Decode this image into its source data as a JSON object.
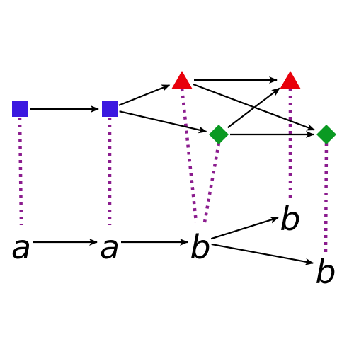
{
  "colors": {
    "square": "#3b18e0",
    "triangle": "#e8000b",
    "diamond": "#0a9a22",
    "dotted_line": "#8b1c8e",
    "arrow": "#000000"
  },
  "nodes": {
    "n1": {
      "shape": "square",
      "role": "upper"
    },
    "n2": {
      "shape": "square",
      "role": "upper"
    },
    "n3": {
      "shape": "triangle",
      "role": "upper"
    },
    "n4": {
      "shape": "diamond",
      "role": "upper"
    },
    "n5": {
      "shape": "triangle",
      "role": "upper"
    },
    "n6": {
      "shape": "diamond",
      "role": "upper"
    },
    "l1": {
      "label": "a",
      "role": "lower"
    },
    "l2": {
      "label": "a",
      "role": "lower"
    },
    "l3": {
      "label": "b",
      "role": "lower"
    },
    "l4": {
      "label": "b",
      "role": "lower"
    },
    "l5": {
      "label": "b",
      "role": "lower"
    }
  },
  "edges": [
    {
      "from": "n1",
      "to": "n2"
    },
    {
      "from": "n2",
      "to": "n3"
    },
    {
      "from": "n2",
      "to": "n4"
    },
    {
      "from": "n3",
      "to": "n5"
    },
    {
      "from": "n3",
      "to": "n6"
    },
    {
      "from": "n4",
      "to": "n5"
    },
    {
      "from": "n4",
      "to": "n6"
    },
    {
      "from": "l1",
      "to": "l2"
    },
    {
      "from": "l2",
      "to": "l3"
    },
    {
      "from": "l3",
      "to": "l4"
    },
    {
      "from": "l3",
      "to": "l5"
    }
  ],
  "dotted_links": [
    {
      "from": "n1",
      "to": "l1"
    },
    {
      "from": "n2",
      "to": "l2"
    },
    {
      "from": "n3",
      "to": "l3"
    },
    {
      "from": "n4",
      "to": "l3"
    },
    {
      "from": "n5",
      "to": "l4"
    },
    {
      "from": "n6",
      "to": "l5"
    }
  ]
}
